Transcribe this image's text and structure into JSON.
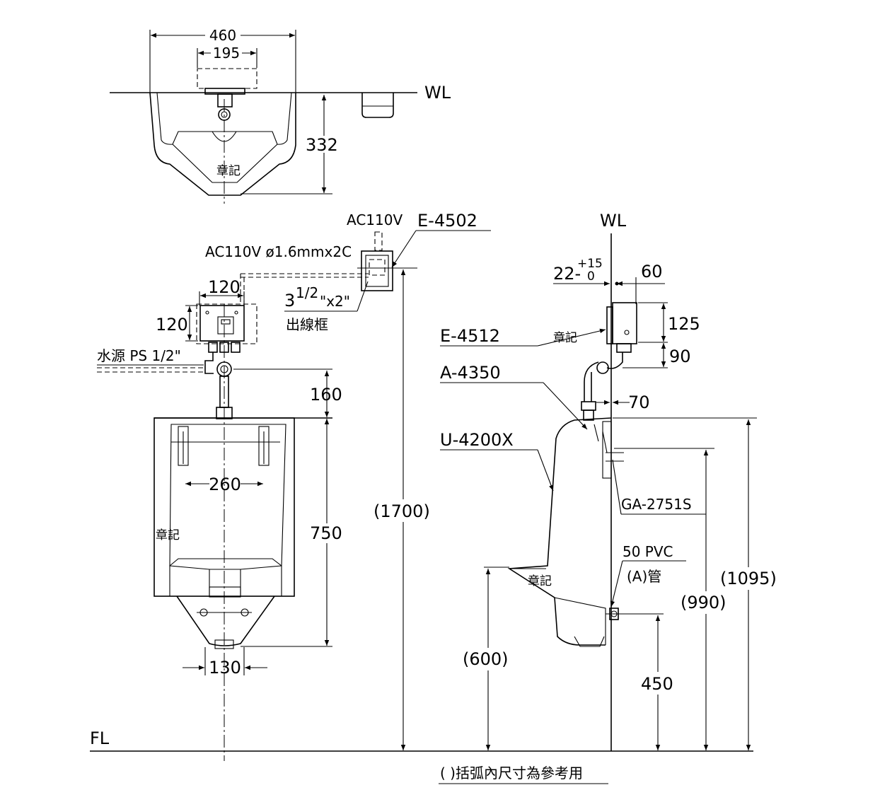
{
  "colors": {
    "line": "#000000",
    "background": "#ffffff"
  },
  "labels": {
    "wl_top": "WL",
    "wl_side": "WL",
    "fl": "FL",
    "ac110v": "AC110V",
    "e4502": "E-4502",
    "cable": "AC110V ø1.6mmx2C",
    "box_size_main": "3",
    "box_size_frac": "1/2",
    "box_size_rest": "\"x2\"",
    "box_name": "出線框",
    "water_source": "水源 PS 1/2\"",
    "e4512": "E-4512",
    "a4350": "A-4350",
    "u4200x": "U-4200X",
    "ga2751s": "GA-2751S",
    "pvc": "50 PVC",
    "pipe_a": "(A)管",
    "logo_top": "章記",
    "logo_front": "章記",
    "logo_side": "章記",
    "logo_sensor": "章記",
    "tol_base": "22-",
    "tol_plus": "+15",
    "tol_minus": "0",
    "note": "( )括弧內尺寸為參考用"
  },
  "dimensions": {
    "d460": "460",
    "d195": "195",
    "d332": "332",
    "d120_w": "120",
    "d120_h": "120",
    "d160": "160",
    "d260": "260",
    "d750": "750",
    "d130": "130",
    "d1700": "(1700)",
    "d60": "60",
    "d125": "125",
    "d90": "90",
    "d70": "70",
    "d990": "(990)",
    "d1095": "(1095)",
    "d600": "(600)",
    "d450": "450"
  }
}
